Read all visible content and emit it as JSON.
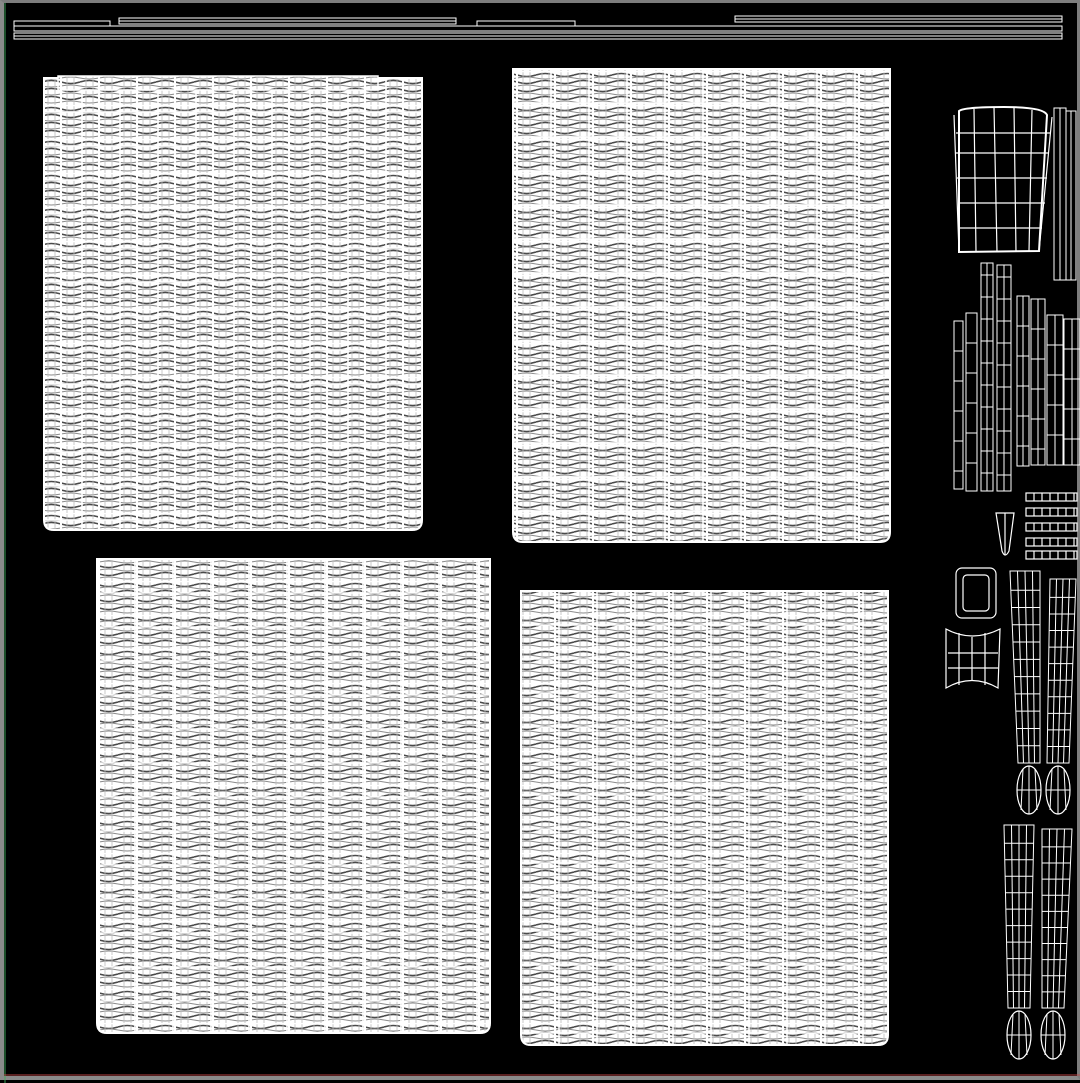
{
  "viewer": {
    "type": "uv-layout",
    "background_color": "#000000",
    "wire_color": "#ffffff",
    "border_color": "#7d7d7d",
    "axis_color_u": "#c84a4a",
    "axis_color_v": "#3fae5a"
  },
  "islands": {
    "fabric_panels": [
      {
        "name": "fabric-panel-top-left"
      },
      {
        "name": "fabric-panel-top-right"
      },
      {
        "name": "fabric-panel-bottom-left"
      },
      {
        "name": "fabric-panel-bottom-right"
      }
    ],
    "small_parts": [
      "seat-back-island",
      "narrow-strips-group",
      "frame-bars-group",
      "leg-islands-group",
      "small-pad-islands"
    ]
  }
}
